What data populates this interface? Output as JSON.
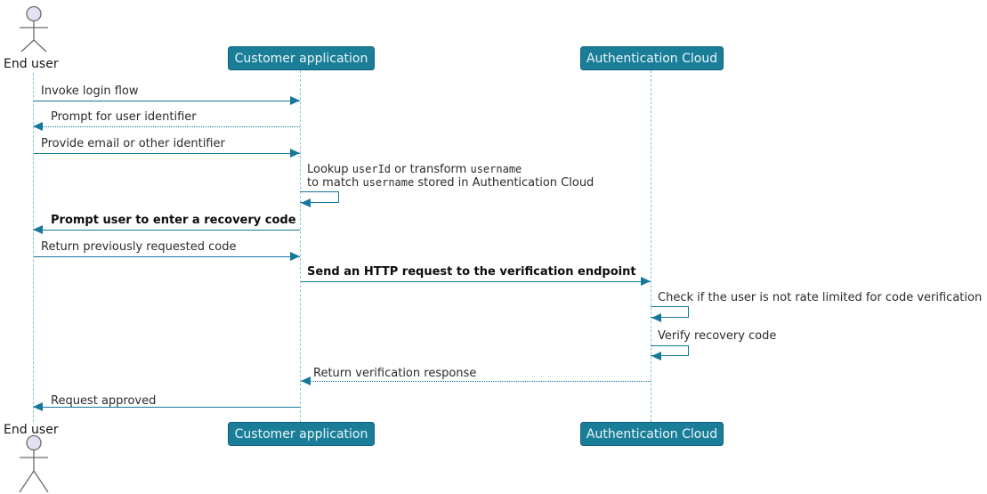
{
  "colors": {
    "participant_fill": "#1b7e99",
    "participant_border": "#0d5e77",
    "participant_text": "#e9f5f8",
    "arrow": "#15789b",
    "lifeline": "#84c2d8",
    "actor_fill": "#e2e2f0",
    "actor_stroke": "#6b6b6b",
    "message_text": "#2b2b2b"
  },
  "actor": {
    "label": "End user"
  },
  "participants": {
    "customer": {
      "label": "Customer application"
    },
    "auth": {
      "label": "Authentication Cloud"
    }
  },
  "messages": {
    "invoke_login": {
      "label": "Invoke login flow",
      "style": "solid"
    },
    "prompt_identifier": {
      "label": "Prompt for user identifier",
      "style": "dotted"
    },
    "provide_email": {
      "label": "Provide email or other identifier",
      "style": "solid"
    },
    "lookup": {
      "style": "self",
      "l1a": "Lookup ",
      "l1b": "userId",
      "l1c": " or transform ",
      "l1d": "username",
      "l2a": "to match ",
      "l2b": "username",
      "l2c": " stored in Authentication Cloud"
    },
    "prompt_recovery": {
      "label": "Prompt user to enter a recovery code",
      "style": "solid",
      "bold": true
    },
    "return_code": {
      "label": "Return previously requested code",
      "style": "solid"
    },
    "send_http": {
      "label": "Send an HTTP request to the verification endpoint",
      "style": "solid",
      "bold": true
    },
    "check_rate": {
      "label": "Check if the user is not rate limited for code verification",
      "style": "self"
    },
    "verify_code": {
      "label": "Verify recovery code",
      "style": "self"
    },
    "return_response": {
      "label": "Return verification response",
      "style": "dotted"
    },
    "request_approved": {
      "label": "Request approved",
      "style": "solid"
    }
  }
}
